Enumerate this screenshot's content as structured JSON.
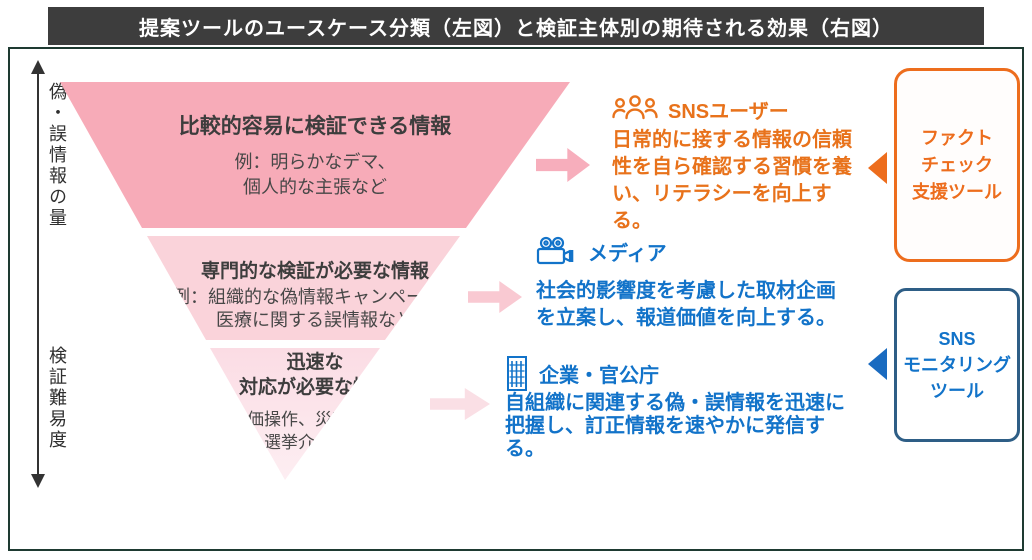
{
  "title": "提案ツールのユースケース分類（左図）と検証主体別の期待される効果（右図）",
  "axis": {
    "top_label": "偽・誤情報の量",
    "bottom_label": "検証難易度"
  },
  "funnel": {
    "tiers": [
      {
        "heading": "比較的容易に検証できる情報",
        "example": "例：明らかなデマ、\n個人的な主張など"
      },
      {
        "heading": "専門的な検証が必要な情報",
        "example": "例：組織的な偽情報キャンペーン、\n医療に関する誤情報など"
      },
      {
        "heading": "迅速な\n対応が必要な情報",
        "example": "例：株価操作、災害時の混乱、\n選挙介入など"
      }
    ]
  },
  "actors": [
    {
      "name": "SNSユーザー",
      "icon": "users-icon",
      "description": "日常的に接する情報の信頼\n性を自ら確認する習慣を養\nい、リテラシーを向上す\nる。",
      "color": "#e8721b"
    },
    {
      "name": "メディア",
      "icon": "video-camera-icon",
      "description": "社会的影響度を考慮した取材企画\nを立案し、報道価値を向上する。",
      "color": "#1273c9"
    },
    {
      "name": "企業・官公庁",
      "icon": "building-icon",
      "description": "自組織に関連する偽・誤情報を迅速に\n把握し、訂正情報を速やかに発信す\nる。",
      "color": "#1273c9"
    }
  ],
  "tools": [
    {
      "label": "ファクト\nチェック\n支援ツール",
      "color": "#ed6d1d"
    },
    {
      "label": "SNS\nモニタリング\nツール",
      "color": "#1273c9"
    }
  ],
  "colors": {
    "tier1_pink": "#f7abb8",
    "tier2_pink": "#fad3da",
    "tier3_pink": "#fbdce4",
    "orange_accent": "#ed6d1d",
    "blue_accent": "#1273c9",
    "blue_box_border": "#2e5e86",
    "title_bar_bg": "#3d3d3d",
    "frame_border": "#1e3a31"
  }
}
